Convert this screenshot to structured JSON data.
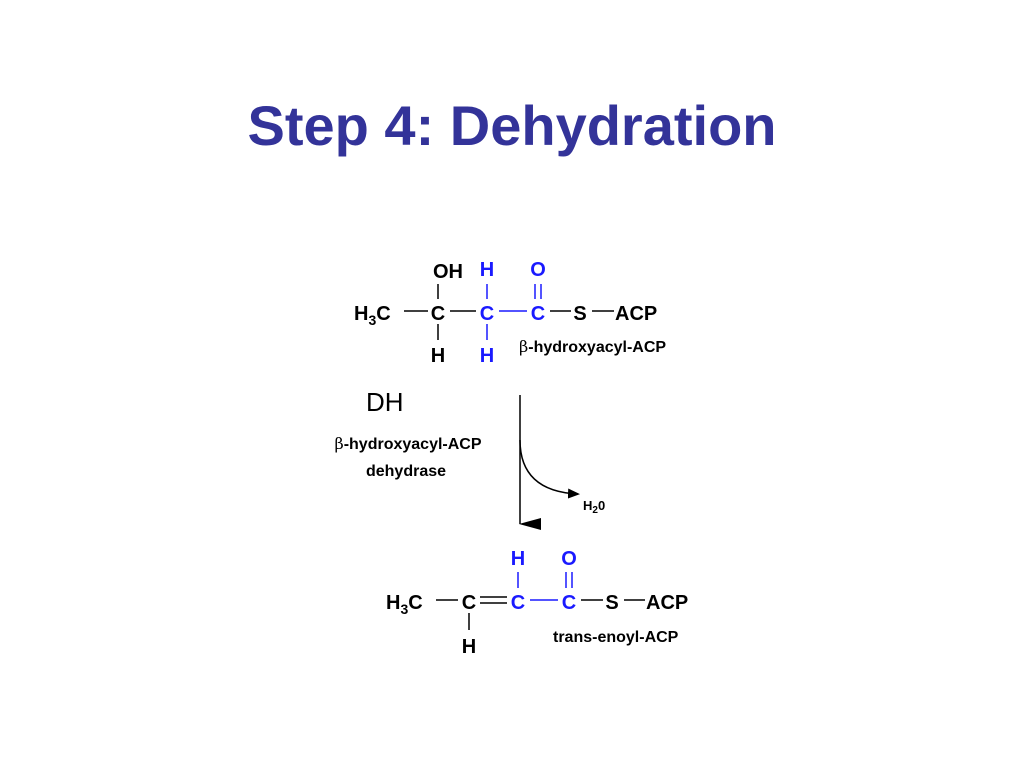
{
  "title": "Step 4: Dehydration",
  "colors": {
    "title": "#333399",
    "highlight": "#1a1aff",
    "bond": "#000000"
  },
  "reactant": {
    "oh": "OH",
    "h_top": "H",
    "o_top": "O",
    "h3": "H",
    "h3_sub": "3",
    "c1": "C",
    "c2": "C",
    "c3": "C",
    "c4": "C",
    "s": "S",
    "acp": "ACP",
    "h_bottom_left": "H",
    "h_bottom_right": "H",
    "beta": "β",
    "name": "-hydroxyacyl-ACP"
  },
  "enzyme": {
    "abbrev": "DH",
    "beta": "β",
    "name_line1": "-hydroxyacyl-ACP",
    "name_line2": "dehydrase"
  },
  "byproduct": {
    "h": "H",
    "sub": "2",
    "zero": "0"
  },
  "product": {
    "h_top": "H",
    "o_top": "O",
    "h3": "H",
    "h3_sub": "3",
    "c1": "C",
    "c2": "C",
    "c3": "C",
    "c4": "C",
    "s": "S",
    "acp": "ACP",
    "h_bottom": "H",
    "name": "trans-enoyl-ACP"
  }
}
